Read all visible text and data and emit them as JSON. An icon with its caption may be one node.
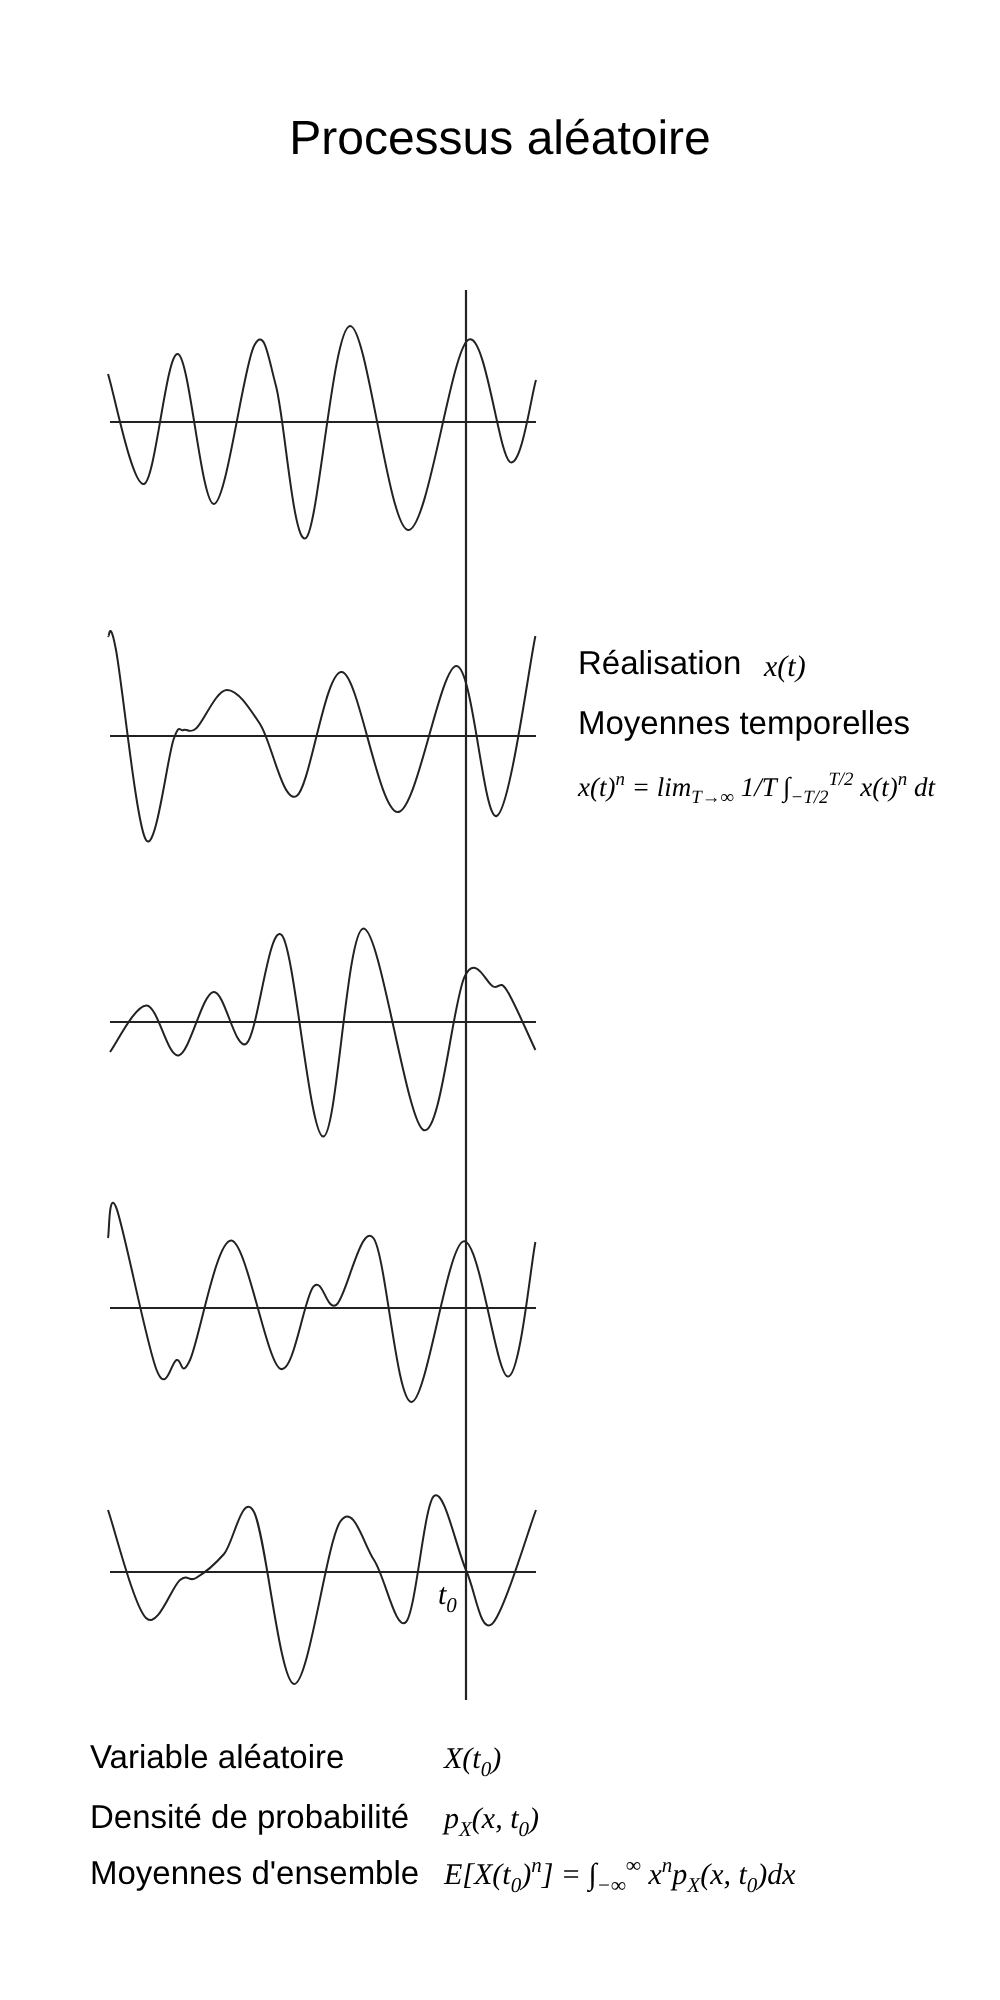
{
  "diagram": {
    "title": "Processus aléatoire",
    "labels": [
      "Réalisation",
      "x(t)",
      "Moyennes temporelles",
      "x(t)$^{n}$ = lim$_{T→∞}$ 1/T ∫$_{−T/2}$$^{T/2}$ x(t)$^{n}$ dt",
      "t$_{0}$",
      "Variable aléatoire",
      "X(t$_{0}$)",
      "Densité de probabilité",
      "p$_{X}$(x, t$_{0}$)",
      "Moyennes d'ensemble",
      "E[X(t$_{0}$)$^{n}$] = ∫$_{−∞}$$^{∞}$ x$^{n}$p$_{X}$(x, t$_{0}$)dx"
    ]
  }
}
